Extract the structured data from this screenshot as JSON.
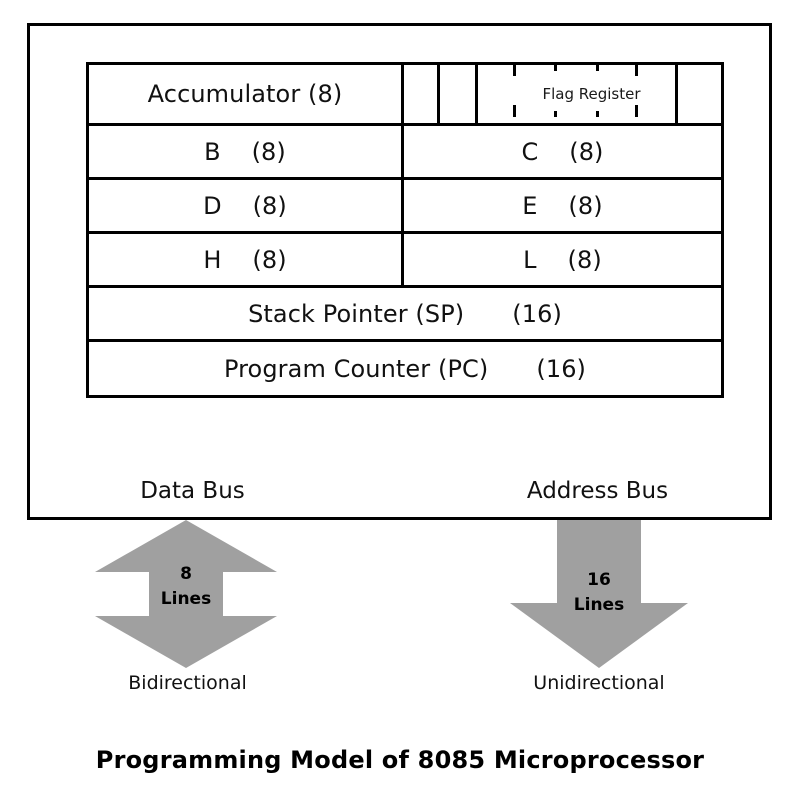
{
  "figure": {
    "title": "Programming Model of 8085 Microprocessor"
  },
  "colors": {
    "line": "#000000",
    "arrow_fill": "#A0A0A0",
    "text": "#111111",
    "background": "#FFFFFF"
  },
  "cpu_block": {
    "register_table": {
      "rows": [
        {
          "id": "accumulator-flags",
          "left": {
            "label": "Accumulator (8)",
            "name": "Accumulator",
            "width_bits": 8
          },
          "right": {
            "label": "Flag Register",
            "name": "Flag Register",
            "width_bits": 8,
            "cells": 8
          }
        },
        {
          "id": "bc",
          "left": {
            "name": "B",
            "size": "(8)",
            "label": "B    (8)",
            "width_bits": 8
          },
          "right": {
            "name": "C",
            "size": "(8)",
            "label": "C    (8)",
            "width_bits": 8
          }
        },
        {
          "id": "de",
          "left": {
            "name": "D",
            "size": "(8)",
            "label": "D    (8)",
            "width_bits": 8
          },
          "right": {
            "name": "E",
            "size": "(8)",
            "label": "E    (8)",
            "width_bits": 8
          }
        },
        {
          "id": "hl",
          "left": {
            "name": "H",
            "size": "(8)",
            "label": "H    (8)",
            "width_bits": 8
          },
          "right": {
            "name": "L",
            "size": "(8)",
            "label": "L    (8)",
            "width_bits": 8
          }
        },
        {
          "id": "stack-pointer",
          "wide": {
            "name": "Stack Pointer (SP)",
            "size": "(16)",
            "width_bits": 16
          }
        },
        {
          "id": "program-counter",
          "wide": {
            "name": "Program Counter (PC)",
            "size": "(16)",
            "width_bits": 16
          }
        }
      ]
    }
  },
  "buses": {
    "data": {
      "label": "Data Bus",
      "lines_count": "8",
      "lines_word": "Lines",
      "direction": "Bidirectional",
      "arrow_icon": "double-headed-vertical-arrow-icon"
    },
    "address": {
      "label": "Address Bus",
      "lines_count": "16",
      "lines_word": "Lines",
      "direction": "Unidirectional",
      "arrow_icon": "down-arrow-icon"
    }
  }
}
